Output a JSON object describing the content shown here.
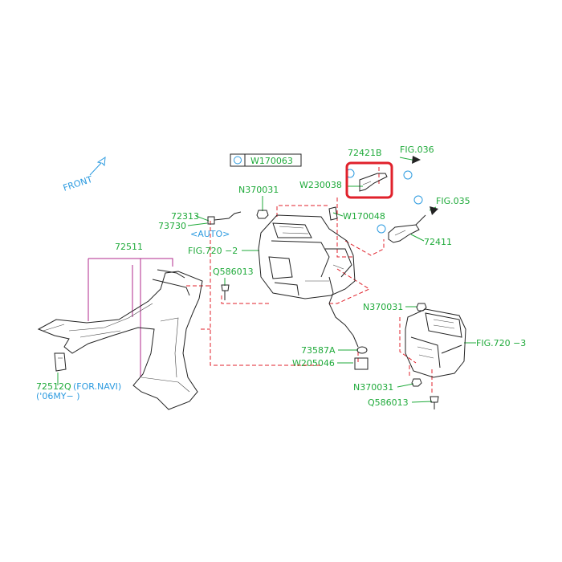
{
  "front_label": "FRONT",
  "boxed_callout": "W170063",
  "labels": {
    "p72421B": "72421B",
    "fig036": "FIG.036",
    "w230038": "W230038",
    "n370031_top": "N370031",
    "w170048": "W170048",
    "fig035": "FIG.035",
    "p72313": "72313",
    "p73730": "73730",
    "auto": "<AUTO>",
    "p72411": "72411",
    "p72511": "72511",
    "fig720_2": "FIG.720 −2",
    "q586013_left": "Q586013",
    "n370031_right": "N370031",
    "p73587a": "73587A",
    "fig720_3": "FIG.720 −3",
    "w205046": "W205046",
    "p72512q": "72512Q",
    "for_navi": "(FOR.NAVI)",
    "my06": "('06MY−    )",
    "n370031_bottom": "N370031",
    "q586013_right": "Q586013"
  },
  "colors": {
    "part_number_text": "#1faa3a",
    "note_text": "#2d9be0",
    "bracket_leader": "#b0288c",
    "highlight_box": "#e0212b"
  }
}
